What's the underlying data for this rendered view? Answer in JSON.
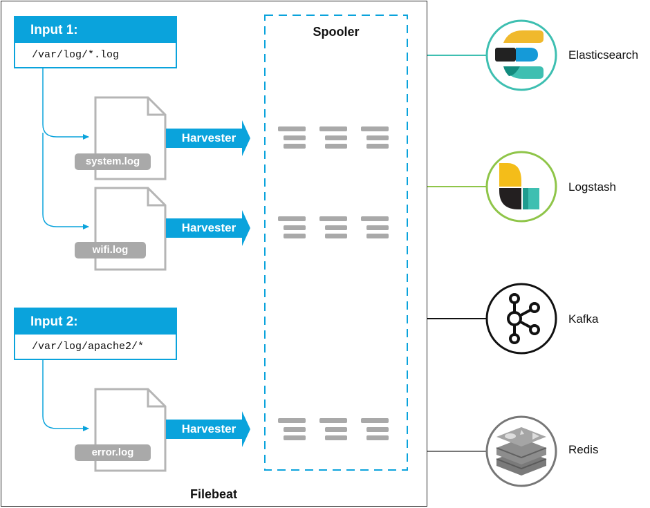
{
  "filebeat": {
    "label": "Filebeat"
  },
  "spooler": {
    "title": "Spooler"
  },
  "inputs": [
    {
      "title": "Input 1:",
      "path": "/var/log/*.log"
    },
    {
      "title": "Input 2:",
      "path": "/var/log/apache2/*"
    }
  ],
  "files": [
    {
      "name": "system.log",
      "harvester": "Harvester"
    },
    {
      "name": "wifi.log",
      "harvester": "Harvester"
    },
    {
      "name": "error.log",
      "harvester": "Harvester"
    }
  ],
  "outputs": [
    {
      "name": "Elasticsearch",
      "color": "#3ebfb1"
    },
    {
      "name": "Logstash",
      "color": "#8fc549"
    },
    {
      "name": "Kafka",
      "color": "#111111"
    },
    {
      "name": "Redis",
      "color": "#777777"
    }
  ],
  "colors": {
    "accent": "#0aa3dc",
    "gray": "#a9a9a9"
  }
}
